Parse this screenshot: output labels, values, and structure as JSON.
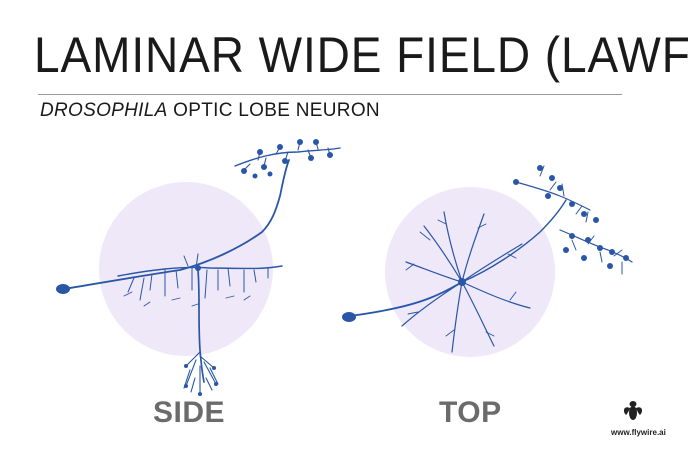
{
  "header": {
    "title": "LAMINAR WIDE FIELD (LAWF)",
    "subtitle_italic": "DROSOPHILA",
    "subtitle_rest": " OPTIC LOBE NEURON"
  },
  "views": {
    "side_label": "SIDE",
    "top_label": "TOP"
  },
  "footer": {
    "url": "www.flywire.ai",
    "logo_icon": "fly-icon"
  },
  "colors": {
    "neuron": "#2a56a8",
    "circle": "#efe8f8",
    "label": "#6b6b6b"
  }
}
